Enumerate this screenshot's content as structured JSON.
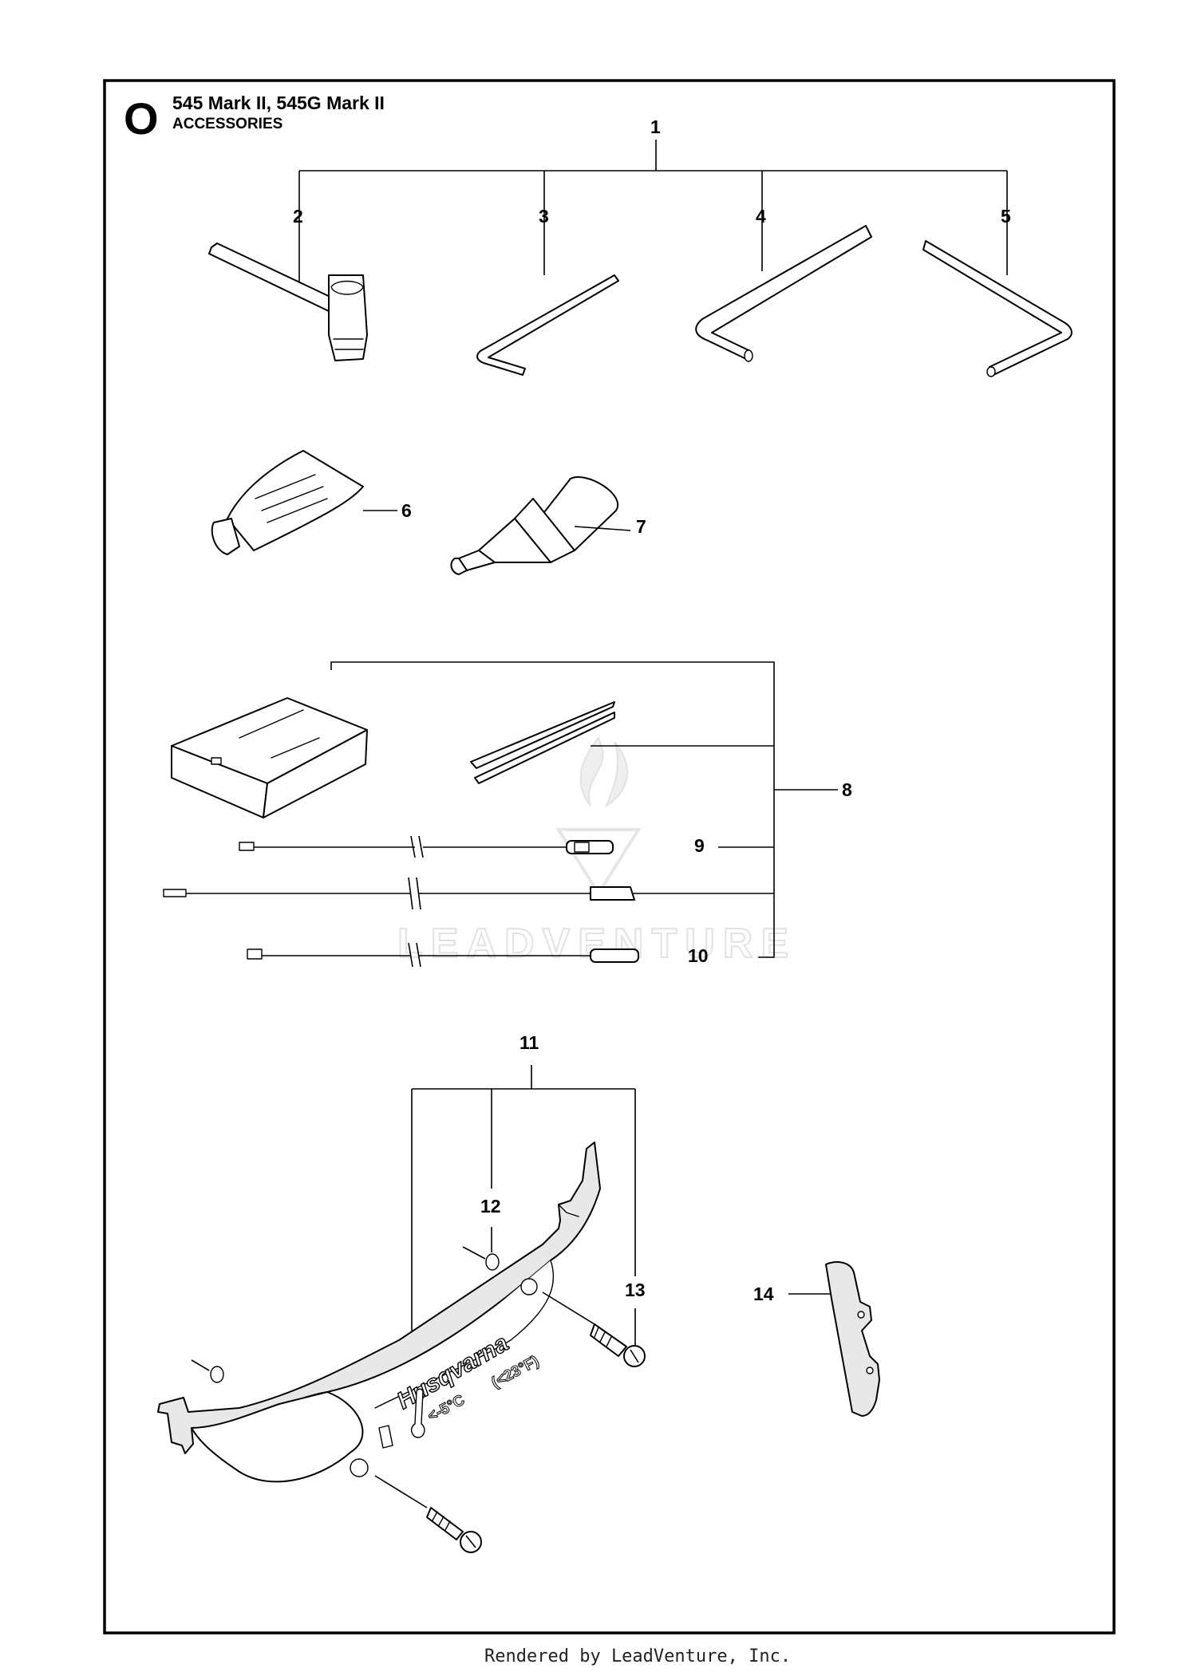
{
  "header": {
    "section_letter": "O",
    "title": "545 Mark II, 545G Mark II",
    "subtitle": "ACCESSORIES"
  },
  "callouts": [
    "1",
    "2",
    "3",
    "4",
    "5",
    "6",
    "7",
    "8",
    "9",
    "10",
    "11",
    "12",
    "13",
    "14"
  ],
  "cover_markings": {
    "brand": "Husqvarna",
    "temp_celsius": "<-5°C",
    "temp_fahrenheit": "(<23°F)"
  },
  "watermark": "LEADVENTURE",
  "footer": "Rendered by LeadVenture, Inc."
}
